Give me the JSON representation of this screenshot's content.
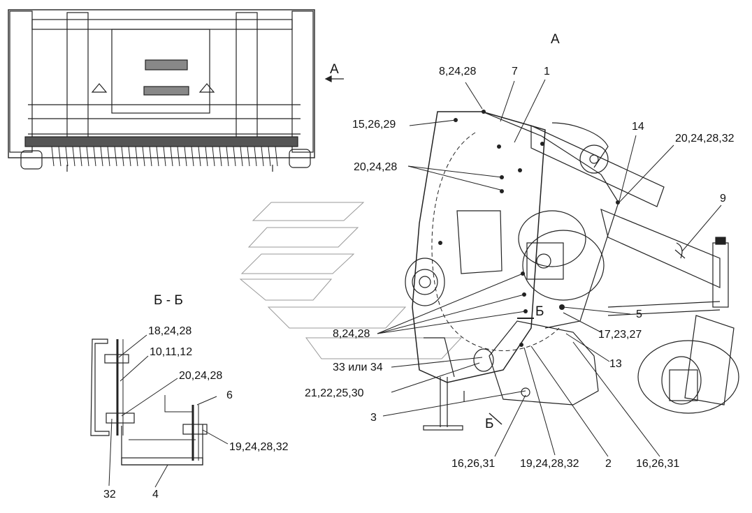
{
  "view_titles": {
    "section": "Б - Б",
    "view_a": "А",
    "arrow_a": "А",
    "section_mark_top": "Б",
    "section_mark_bottom": "Б"
  },
  "callouts": {
    "c_8_24_28_top": "8,24,28",
    "c_7": "7",
    "c_1": "1",
    "c_15_26_29": "15,26,29",
    "c_14": "14",
    "c_20_24_28_32_top": "20,24,28,32",
    "c_20_24_28_mid": "20,24,28",
    "c_9": "9",
    "c_5": "5",
    "c_8_24_28_bottom": "8,24,28",
    "c_17_23_27": "17,23,27",
    "c_33_34": "33 или 34",
    "c_13": "13",
    "c_21_22_25_30": "21,22,25,30",
    "c_3": "3",
    "c_16_26_31_left": "16,26,31",
    "c_19_24_28_32_bottom": "19,24,28,32",
    "c_2": "2",
    "c_16_26_31_right": "16,26,31"
  },
  "section_callouts": {
    "s_18_24_28": "18,24,28",
    "s_10_11_12": "10,11,12",
    "s_20_24_28": "20,24,28",
    "s_6": "6",
    "s_19_24_28_32": "19,24,28,32",
    "s_32": "32",
    "s_4": "4"
  }
}
